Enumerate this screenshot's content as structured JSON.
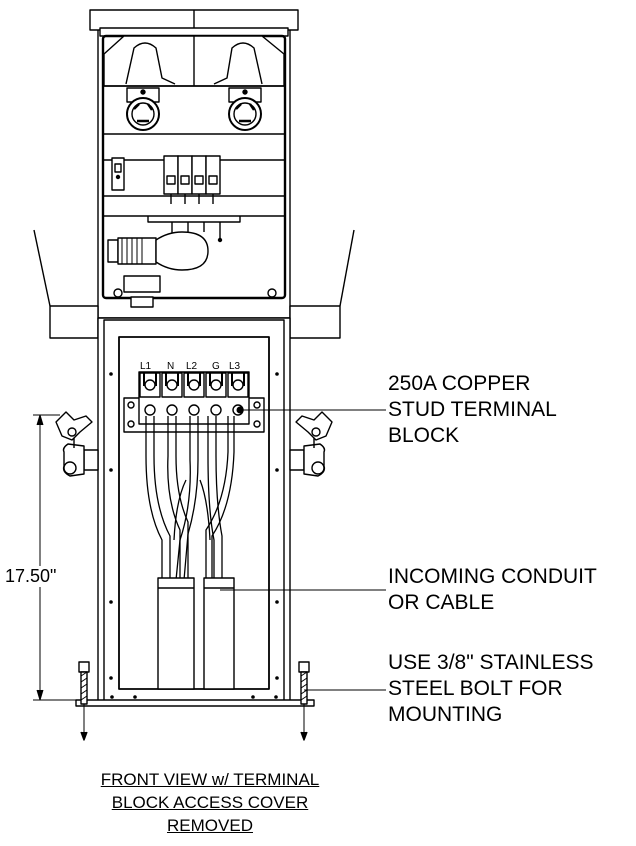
{
  "terminal_labels": [
    "L1",
    "N",
    "L2",
    "G",
    "L3"
  ],
  "callouts": {
    "terminal_block": [
      "250A COPPER",
      "STUD TERMINAL",
      "BLOCK"
    ],
    "conduit": [
      "INCOMING CONDUIT",
      "OR CABLE"
    ],
    "bolt": [
      "USE 3/8\" STAINLESS",
      "STEEL BOLT FOR",
      "MOUNTING"
    ]
  },
  "dimension": "17.50\"",
  "caption": [
    "FRONT VIEW w/ TERMINAL",
    "BLOCK ACCESS COVER",
    "REMOVED"
  ]
}
